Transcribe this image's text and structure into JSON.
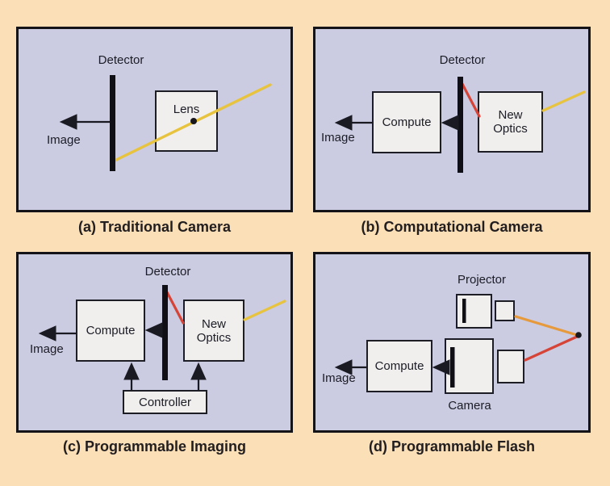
{
  "figure": {
    "background": "#fbdfb6",
    "panel_background": "#cbcbe2"
  },
  "colors": {
    "ray_yellow": "#e7c33e",
    "ray_orange": "#e79a3c",
    "ray_red": "#d64438",
    "line_black": "#1a1a22"
  },
  "panels": {
    "a": {
      "caption": "(a) Traditional Camera",
      "detector_label": "Detector",
      "image_label": "Image",
      "lens_label": "Lens"
    },
    "b": {
      "caption": "(b) Computational Camera",
      "detector_label": "Detector",
      "image_label": "Image",
      "compute_label": "Compute",
      "new_optics_label": "New Optics"
    },
    "c": {
      "caption": "(c) Programmable Imaging",
      "detector_label": "Detector",
      "image_label": "Image",
      "compute_label": "Compute",
      "new_optics_label": "New Optics",
      "controller_label": "Controller"
    },
    "d": {
      "caption": "(d) Programmable Flash",
      "projector_label": "Projector",
      "camera_label": "Camera",
      "compute_label": "Compute",
      "image_label": "Image"
    }
  }
}
